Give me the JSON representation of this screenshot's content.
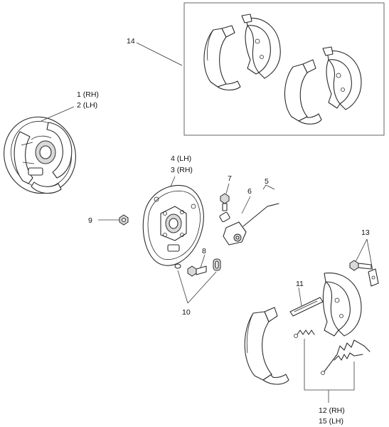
{
  "callouts": {
    "c1": "1 (RH)",
    "c2": "2 (LH)",
    "c3": "3 (RH)",
    "c4": "4 (LH)",
    "c5": "5",
    "c6": "6",
    "c7": "7",
    "c8": "8",
    "c9": "9",
    "c10": "10",
    "c11": "11",
    "c12": "12 (RH)",
    "c13": "13",
    "c14": "14",
    "c15": "15 (LH)"
  }
}
